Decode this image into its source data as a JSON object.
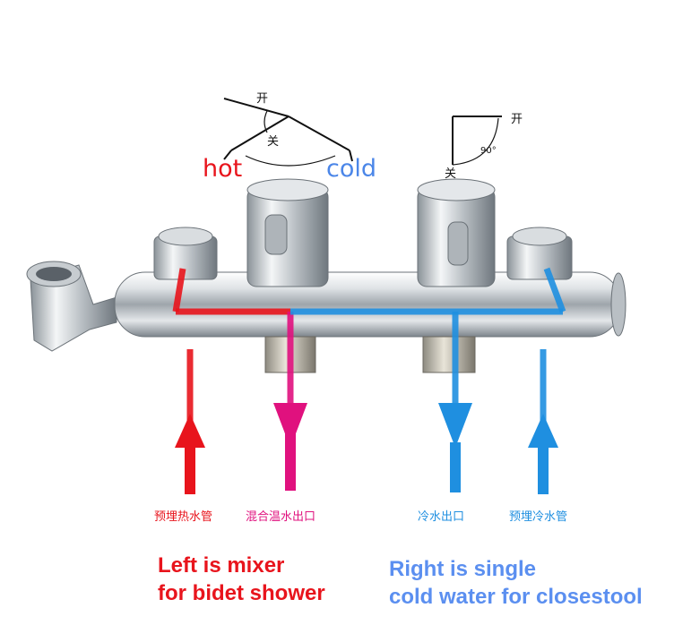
{
  "colors": {
    "hot": "#e8141c",
    "mix": "#e0117e",
    "cold": "#1f8fe0",
    "cold_text": "#5b8ff0"
  },
  "diagram_mixer": {
    "open": "开",
    "close": "关"
  },
  "diagram_single": {
    "open": "开",
    "close": "关",
    "angle": "90°"
  },
  "labels": {
    "hot": "hot",
    "cold": "cold"
  },
  "captions": {
    "hot_inlet": "预埋热水管",
    "mixed_outlet": "混合温水出口",
    "cold_outlet": "冷水出口",
    "cold_inlet": "预埋冷水管"
  },
  "notes": {
    "left_line1": "Left is mixer",
    "left_line2": "for bidet shower",
    "right_line1": "Right is single",
    "right_line2": "cold water for closestool"
  },
  "icons": [
    "shower-holder-icon",
    "valve-handle-icon",
    "flow-arrow-icon"
  ]
}
